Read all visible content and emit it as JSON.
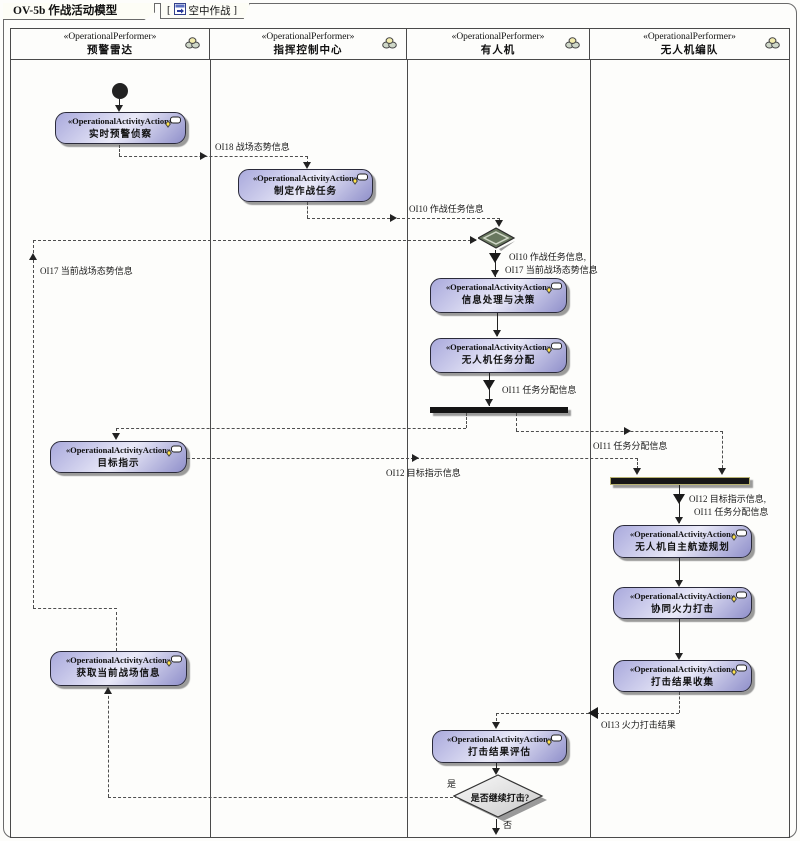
{
  "frame": {
    "title": "OV-5b 作战活动模型",
    "tab_open": "[",
    "tab_label": "空中作战",
    "tab_close": "]"
  },
  "stereotypes": {
    "performer": "«OperationalPerformer»",
    "action": "«OperationalActivityAction»"
  },
  "lanes": [
    {
      "name": "预警雷达"
    },
    {
      "name": "指挥控制中心"
    },
    {
      "name": "有人机"
    },
    {
      "name": "无人机编队"
    }
  ],
  "activities": [
    {
      "name": "实时预警侦察"
    },
    {
      "name": "制定作战任务"
    },
    {
      "name": "信息处理与决策"
    },
    {
      "name": "无人机任务分配"
    },
    {
      "name": "目标指示"
    },
    {
      "name": "获取当前战场信息"
    },
    {
      "name": "无人机自主航迹规划"
    },
    {
      "name": "协同火力打击"
    },
    {
      "name": "打击结果收集"
    },
    {
      "name": "打击结果评估"
    }
  ],
  "flow_labels": {
    "oi18": "OI18 战场态势信息",
    "oi10": "OI10 作战任务信息",
    "oi17": "OI17 当前战场态势信息",
    "merge_line1": "OI10 作战任务信息,",
    "merge_line2": "OI17 当前战场态势信息",
    "oi11_fork": "OI11 任务分配信息",
    "oi11_join": "OI11 任务分配信息",
    "oi12": "OI12 目标指示信息",
    "join_line1": "OI12 目标指示信息,",
    "join_line2": "OI11 任务分配信息",
    "oi13": "OI13  火力打击结果",
    "yes": "是",
    "no": "否"
  },
  "decision": {
    "question": "是否继续打击?"
  }
}
